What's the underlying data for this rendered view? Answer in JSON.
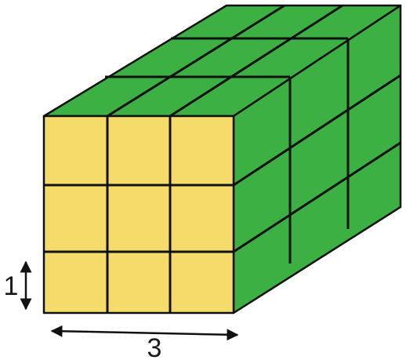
{
  "figure": {
    "description": "",
    "colors": {
      "front_face": "#F5DC6A",
      "top_face": "#3CB043",
      "side_face": "#3CB043",
      "edge": "#111111",
      "arrow": "#111111"
    },
    "grid": {
      "front_columns": 3,
      "front_rows": 3,
      "depth_cubes": 3
    },
    "labels": {
      "height_unit": "1",
      "width_count": "3"
    }
  }
}
